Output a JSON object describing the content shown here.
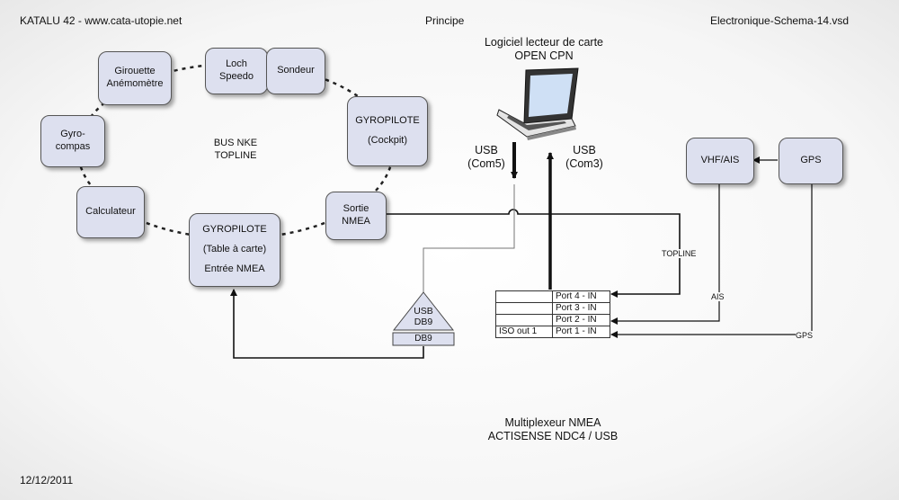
{
  "header": {
    "left": "KATALU 42 - www.cata-utopie.net",
    "center": "Principe",
    "right": "Electronique-Schema-14.vsd"
  },
  "footer_date": "12/12/2011",
  "software": {
    "line1": "Logiciel lecteur de carte",
    "line2": "OPEN CPN"
  },
  "bus_label": {
    "line1": "BUS NKE",
    "line2": "TOPLINE"
  },
  "nodes": {
    "girouette": {
      "line1": "Girouette",
      "line2": "Anémomètre"
    },
    "loch": {
      "line1": "Loch",
      "line2": "Speedo"
    },
    "sondeur": {
      "line1": "Sondeur"
    },
    "gyro_cockpit": {
      "line1": "GYROPILOTE",
      "line2": "(Cockpit)"
    },
    "gyrocompas": {
      "line1": "Gyro-",
      "line2": "compas"
    },
    "calculateur": {
      "line1": "Calculateur"
    },
    "gyro_table": {
      "line1": "GYROPILOTE",
      "line2": "(Table à carte)",
      "line3": "Entrée NMEA"
    },
    "sortie": {
      "line1": "Sortie",
      "line2": "NMEA"
    },
    "vhf": {
      "line1": "VHF/AIS"
    },
    "gps": {
      "line1": "GPS"
    }
  },
  "usb_down": {
    "line1": "USB",
    "line2": "(Com5)"
  },
  "usb_up": {
    "line1": "USB",
    "line2": "(Com3)"
  },
  "adapter": {
    "line1": "USB",
    "line2": "DB9",
    "bottom": "DB9"
  },
  "wire_labels": {
    "topline": "TOPLINE",
    "ais": "AIS",
    "gps": "GPS"
  },
  "multiplexer": {
    "rows": [
      {
        "left": "",
        "right": "Port 4 - IN"
      },
      {
        "left": "",
        "right": "Port 3 - IN"
      },
      {
        "left": "",
        "right": "Port 2 - IN"
      },
      {
        "left": "ISO out 1",
        "right": "Port 1 - IN"
      }
    ],
    "caption_line1": "Multiplexeur NMEA",
    "caption_line2": "ACTISENSE NDC4 / USB"
  }
}
